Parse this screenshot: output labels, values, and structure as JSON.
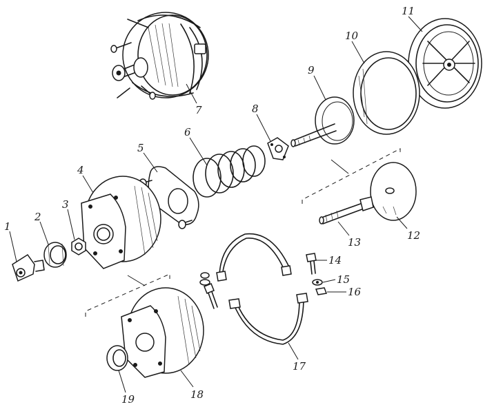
{
  "figure": {
    "part_labels": [
      "1",
      "2",
      "3",
      "4",
      "5",
      "6",
      "7",
      "8",
      "9",
      "10",
      "11",
      "12",
      "13",
      "14",
      "15",
      "16",
      "17",
      "18",
      "19"
    ]
  }
}
